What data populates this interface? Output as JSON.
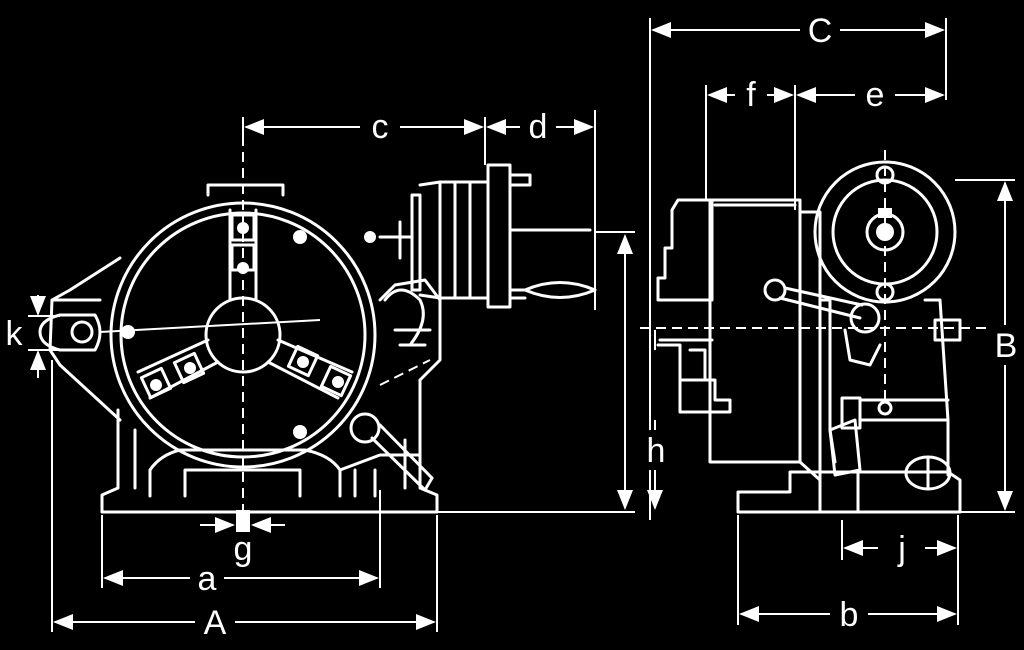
{
  "diagram": {
    "front_view": {
      "dimensions": {
        "A": "A",
        "a": "a",
        "g": "g",
        "k": "k",
        "c": "c",
        "d": "d"
      }
    },
    "side_view": {
      "dimensions": {
        "C": "C",
        "f": "f",
        "e": "e",
        "B": "B",
        "h": "h",
        "j": "j",
        "b": "b"
      }
    }
  }
}
